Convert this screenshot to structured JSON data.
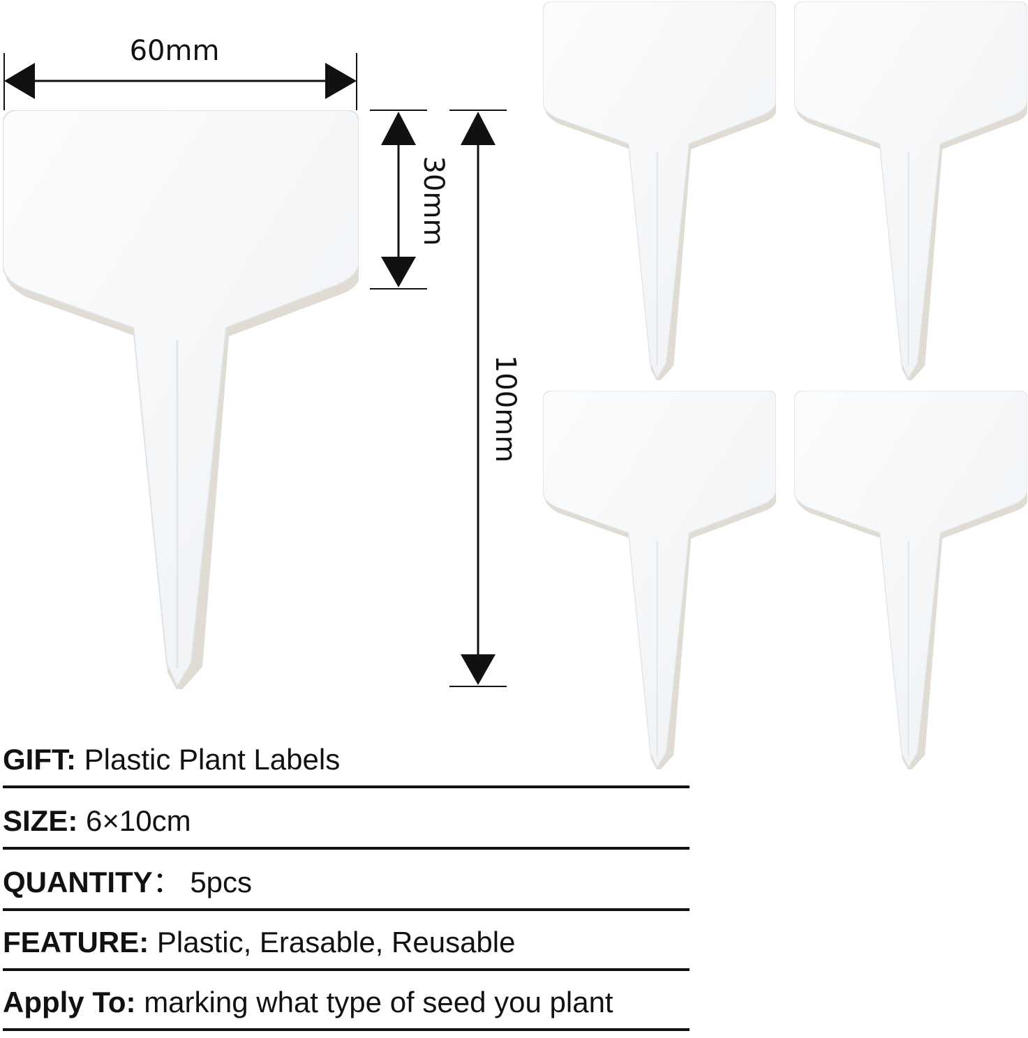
{
  "dimensions": {
    "width_label": "60mm",
    "head_height_label": "30mm",
    "total_height_label": "100mm"
  },
  "colors": {
    "label_face": "#f6f8fa",
    "label_shadow": "#c9bfae",
    "text": "#111111"
  },
  "specs": [
    {
      "key": "GIFT:",
      "value": " Plastic Plant Labels"
    },
    {
      "key": "SIZE:",
      "value": " 6×10cm"
    },
    {
      "key": "QUANTITY",
      "value": "：  5pcs"
    },
    {
      "key": "FEATURE:",
      "value": " Plastic, Erasable, Reusable"
    },
    {
      "key": "Apply To:",
      "value": " marking what type of seed you plant"
    }
  ]
}
